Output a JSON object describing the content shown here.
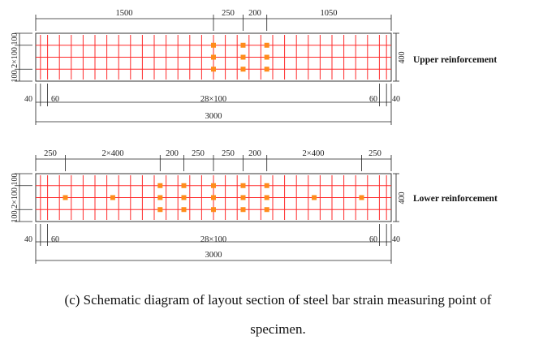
{
  "colors": {
    "bar": "#ff2a2a",
    "gauge": "#ff8c1a",
    "outline": "#333333",
    "dim": "#222222"
  },
  "upper": {
    "label": "Upper reinforcement",
    "height_label": "400",
    "top_dims": [
      "1500",
      "250",
      "200",
      "1050"
    ],
    "side_dims": [
      "100",
      "2×100",
      "100"
    ],
    "bottom_dims": [
      "40",
      "60",
      "28×100",
      "60",
      "40"
    ],
    "total": "3000",
    "gauge_cols_mm": [
      1500,
      1750,
      1950
    ],
    "gauge_rows": [
      0,
      1,
      2
    ]
  },
  "lower": {
    "label": "Lower reinforcement",
    "height_label": "400",
    "top_dims": [
      "250",
      "2×400",
      "200",
      "250",
      "250",
      "200",
      "2×400",
      "250"
    ],
    "side_dims": [
      "100",
      "2×100",
      "100"
    ],
    "bottom_dims": [
      "40",
      "60",
      "28×100",
      "60",
      "40"
    ],
    "total": "3000",
    "gauge_mid_cols_mm": [
      250,
      650,
      2350,
      2750
    ],
    "gauge_full_cols_mm": [
      1050,
      1250,
      1500,
      1750,
      1950
    ]
  },
  "caption": {
    "line1": "(c) Schematic diagram of layout section of steel bar strain measuring point of",
    "line2": "specimen."
  }
}
